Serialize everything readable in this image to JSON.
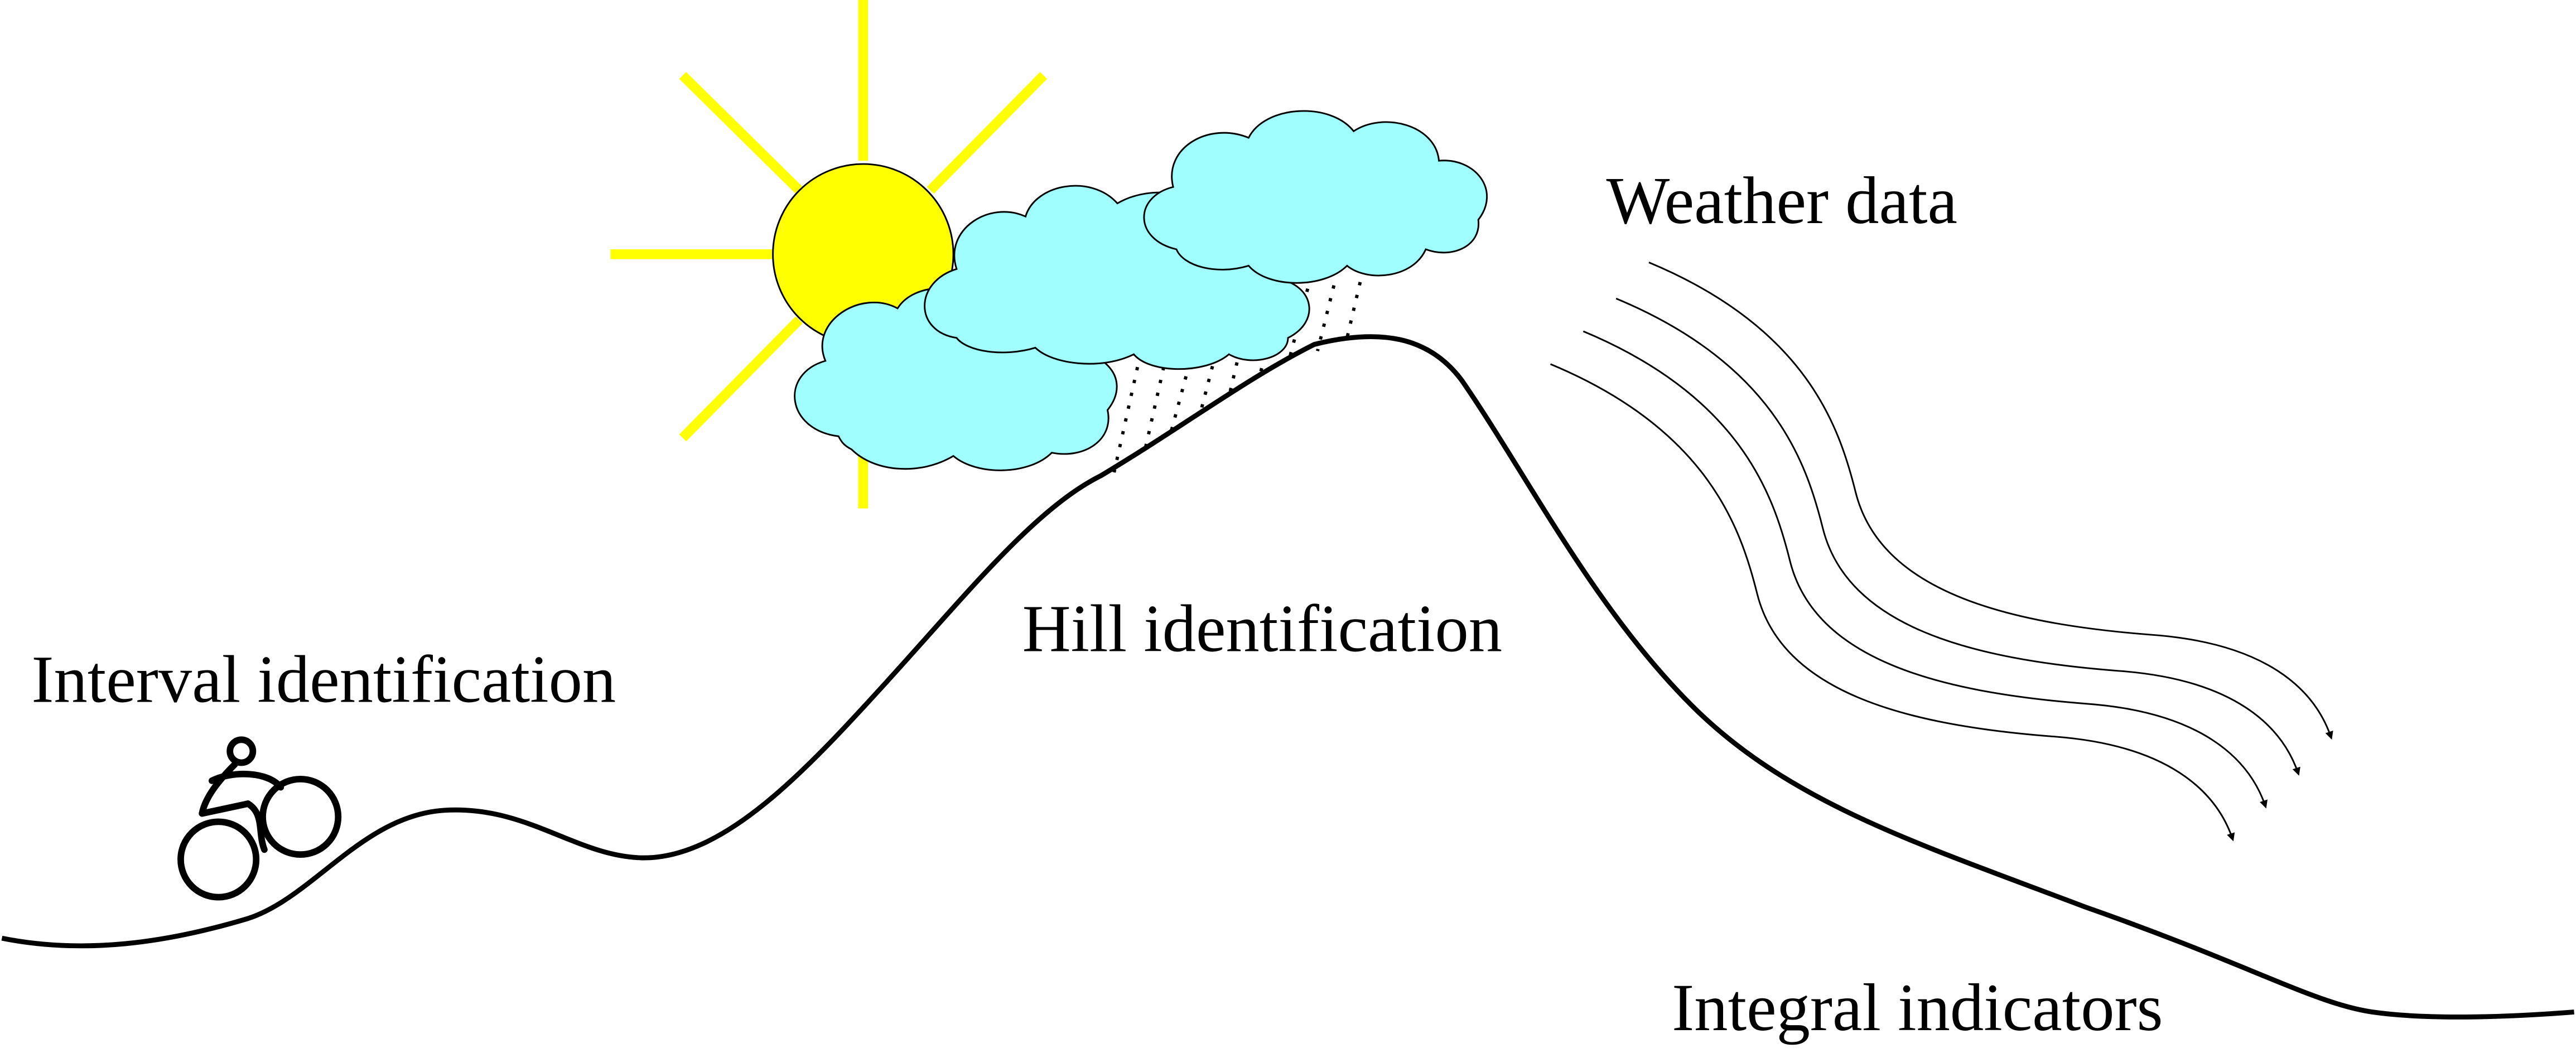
{
  "labels": {
    "weather": "Weather data",
    "hill": "Hill identification",
    "interval": "Interval identification",
    "integral": "Integral indicators"
  },
  "colors": {
    "sun_fill": "#ffff00",
    "sun_rays": "#ffff00",
    "cloud_fill": "#a0feff",
    "cloud_stroke": "#000000",
    "terrain_stroke": "#000000",
    "background": "#ffffff"
  },
  "icons": {
    "sun": "sun-icon",
    "clouds": "cloud-icon",
    "rain": "rain-icon",
    "wind": "wind-arrows-icon",
    "cyclist": "cyclist-icon"
  }
}
